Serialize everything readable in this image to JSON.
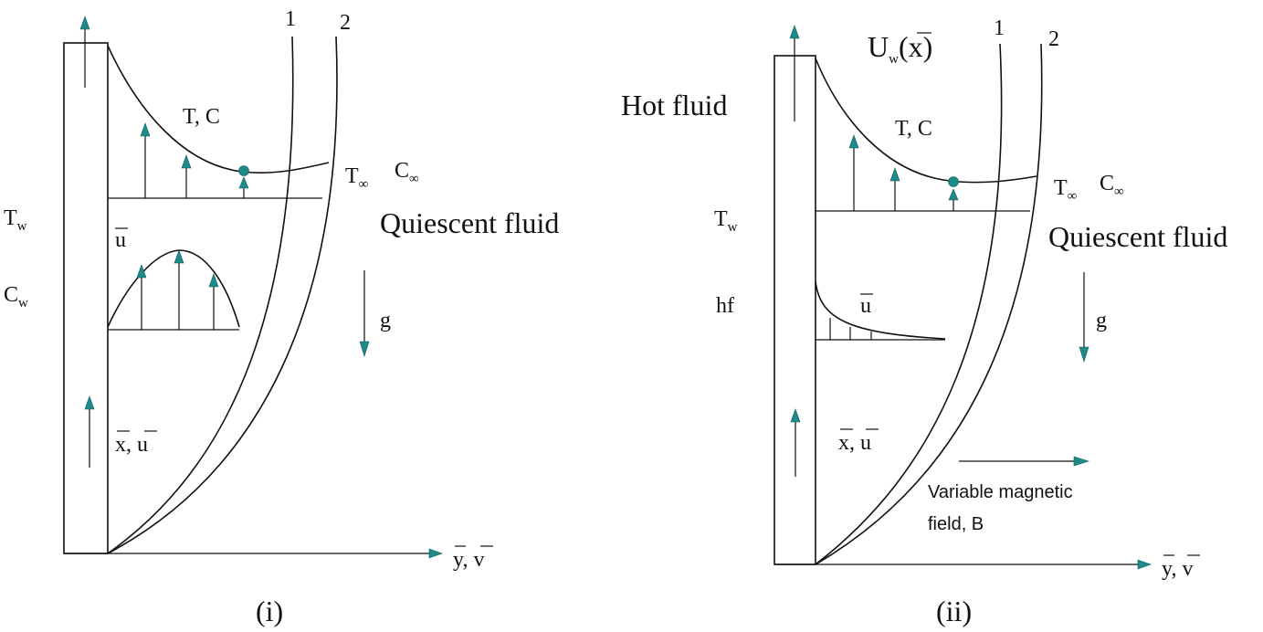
{
  "panel_i": {
    "caption": "(i)",
    "curve_1": "1",
    "curve_2": "2",
    "T_w": "T",
    "T_w_sub": "w",
    "C_w": "C",
    "C_w_sub": "w",
    "TC_label": "T, C",
    "T_inf": "T",
    "C_inf": "C",
    "inf_sub": "∞",
    "quiescent": "Quiescent fluid",
    "u_bar": "u",
    "g": "g",
    "xu_label_x": "x",
    "xu_label_sep": ", ",
    "xu_label_u": "u",
    "yv_label_y": "y",
    "yv_label_sep": ", ",
    "yv_label_v": "v"
  },
  "panel_ii": {
    "caption": "(ii)",
    "curve_1": "1",
    "curve_2": "2",
    "Uw_main": "U",
    "Uw_sub": "w",
    "Uw_arg_open": "(",
    "Uw_arg_x": "x",
    "Uw_arg_close": ")",
    "hot_fluid": "Hot fluid",
    "T_w": "T",
    "T_w_sub": "w",
    "hf": "hf",
    "TC_label": "T, C",
    "T_inf": "T",
    "C_inf": "C",
    "inf_sub": "∞",
    "quiescent": "Quiescent fluid",
    "u_bar": "u",
    "g": "g",
    "xu_label_x": "x",
    "xu_label_sep": ", ",
    "xu_label_u": "u",
    "magnetic_line1": "Variable magnetic",
    "magnetic_line2": "field, B",
    "yv_label_y": "y",
    "yv_label_sep": ", ",
    "yv_label_v": "v"
  },
  "colors": {
    "arrow_head": "#1f8a8a",
    "line": "#111111"
  }
}
